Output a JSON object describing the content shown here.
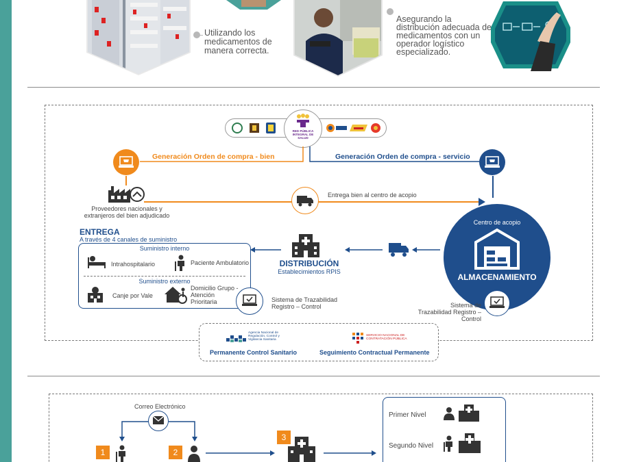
{
  "top": {
    "caption_left": "Utilizando los medicamentos de manera correcta.",
    "caption_right": "Asegurando la distribución adecuada de medicamentos con un operador logístico especializado."
  },
  "flow": {
    "logo_center_text": "RED PÚBLICA INTEGRAL DE SALUD",
    "orden_bien": "Generación Orden de compra - bien",
    "orden_servicio": "Generación Orden de compra - servicio",
    "proveedores": "Proveedores nacionales y extranjeros del bien adjudicado",
    "entrega_bien": "Entrega bien al centro de acopio",
    "centro_acopio": "Centro de acopio",
    "almacenamiento": "ALMACENAMIENTO",
    "trazabilidad_right": "Sistema de Trazabilidad Registro – Control",
    "distribucion": "DISTRIBUCIÓN",
    "establecimientos": "Establecimientos RPIS",
    "trazabilidad_left": "Sistema de Trazabilidad Registro – Control",
    "entrega_title": "ENTREGA",
    "entrega_sub": "A través de 4 canales de suministro",
    "suministro_interno": "Suministro interno",
    "intrahospitalario": "Intrahospitalario",
    "paciente_ambulatorio": "Paciente Ambulatorio",
    "suministro_externo": "Suministro externo",
    "canje_vale": "Canje por Vale",
    "domicilio": "Domicilio Grupo - Atención Prioritaria",
    "arcsa_logo_text": "Agencia Nacional de Regulación, Control y Vigilancia Sanitaria",
    "sercop_logo_text": "SERVICIO NACIONAL DE CONTRATACIÓN PÚBLICA",
    "control_sanitario": "Permanente Control Sanitario",
    "seguimiento": "Seguimiento Contractual Permanente"
  },
  "bottom": {
    "correo": "Correo Electrónico",
    "step1": "1",
    "step2": "2",
    "step3": "3",
    "primer_nivel": "Primer Nivel",
    "segundo_nivel": "Segundo Nivel"
  },
  "colors": {
    "teal": "#4aa19a",
    "orange": "#f08a1c",
    "blue": "#1f4e8c",
    "dark_blue": "#1a4a8a"
  }
}
